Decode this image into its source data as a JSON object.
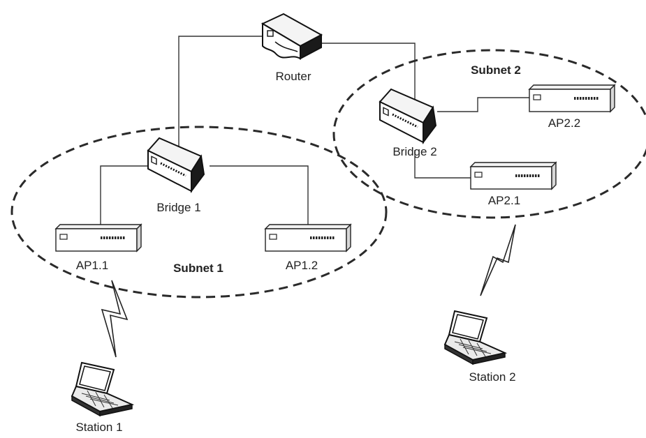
{
  "nodes": {
    "router": "Router",
    "bridge1": "Bridge 1",
    "bridge2": "Bridge 2",
    "ap11": "AP1.1",
    "ap12": "AP1.2",
    "ap21": "AP2.1",
    "ap22": "AP2.2",
    "station1": "Station 1",
    "station2": "Station 2"
  },
  "subnets": {
    "subnet1": "Subnet 1",
    "subnet2": "Subnet 2"
  },
  "icons": {
    "router": "router-icon",
    "bridge": "bridge-icon",
    "access_point": "access-point-icon",
    "station": "laptop-icon",
    "wireless_link": "lightning-bolt-icon"
  }
}
